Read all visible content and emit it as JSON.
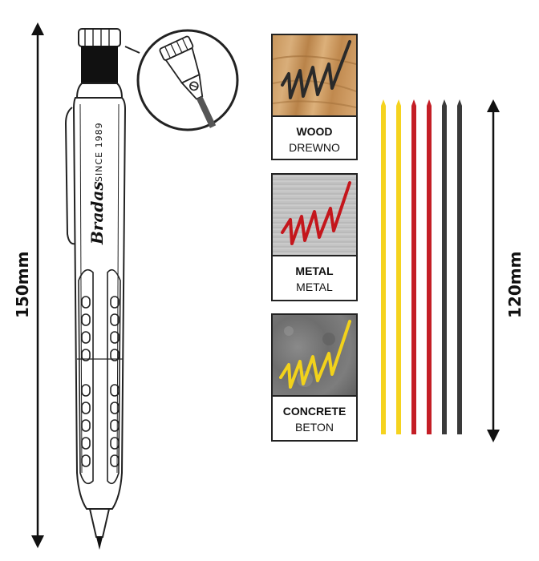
{
  "dimensions": {
    "pencil_length": "150mm",
    "lead_length": "120mm"
  },
  "brand": {
    "name": "Bradas",
    "tagline": "SINCE 1989"
  },
  "materials": [
    {
      "name": "WOOD",
      "translation": "DREWNO",
      "stroke_color": "#2a2a2a"
    },
    {
      "name": "METAL",
      "translation": "METAL",
      "stroke_color": "#c4161c"
    },
    {
      "name": "CONCRETE",
      "translation": "BETON",
      "stroke_color": "#f2d21b"
    }
  ],
  "leads": {
    "colors": [
      "#f5d31f",
      "#f5d31f",
      "#c41e26",
      "#c41e26",
      "#3a3a3a",
      "#3a3a3a"
    ]
  }
}
